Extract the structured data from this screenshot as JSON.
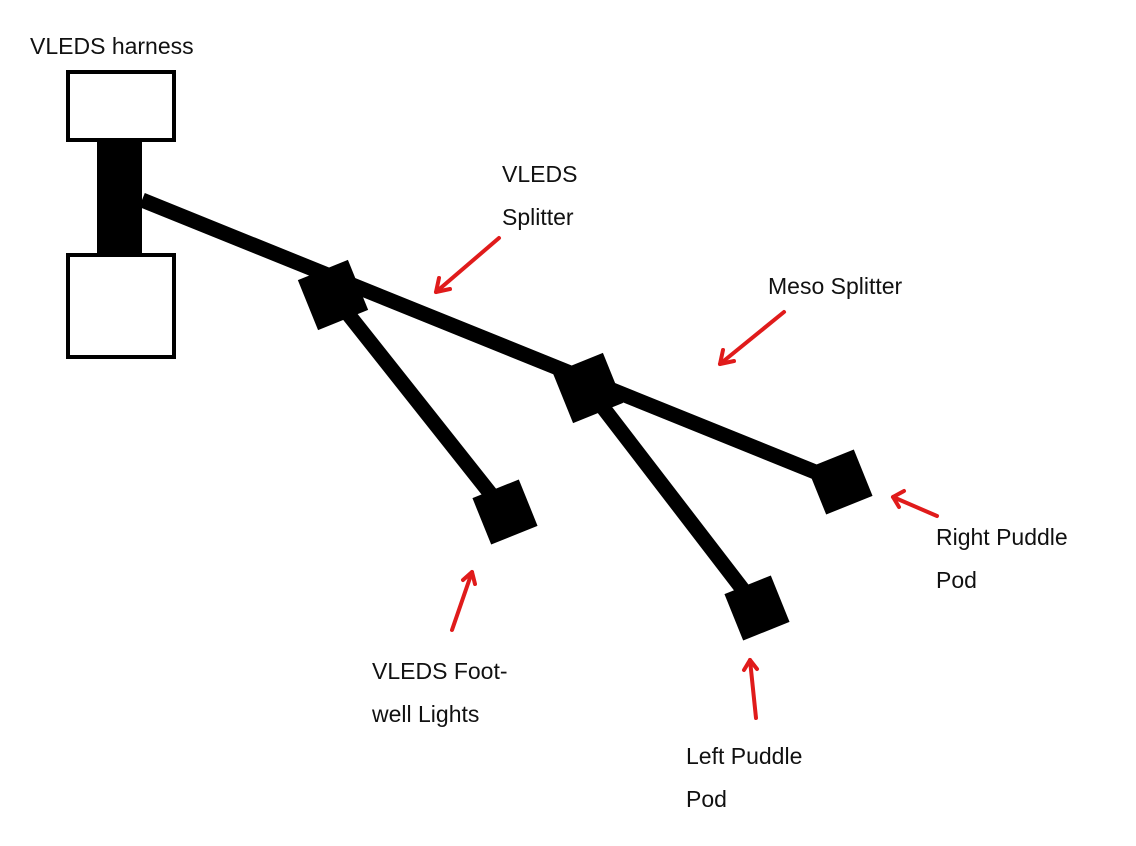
{
  "colors": {
    "background": "#ffffff",
    "cable": "#000000",
    "connector": "#000000",
    "arrow": "#e01b1b",
    "text": "#111111"
  },
  "labels": {
    "harness": "VLEDS harness",
    "vleds_splitter": [
      "VLEDS",
      "Splitter"
    ],
    "meso_splitter": "Meso Splitter",
    "right_puddle_pod": [
      "Right Puddle",
      "Pod"
    ],
    "footwell_lights": [
      "VLEDS Foot-",
      "well Lights"
    ],
    "left_puddle_pod": [
      "Left Puddle",
      "Pod"
    ]
  }
}
